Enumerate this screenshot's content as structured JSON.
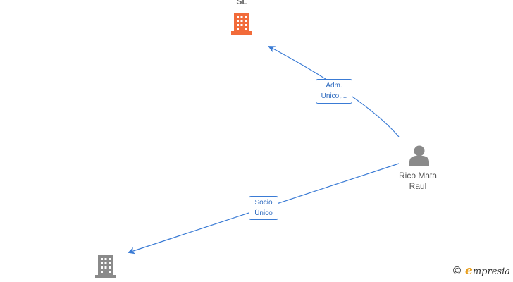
{
  "nodes": {
    "company_top": {
      "label": "SL",
      "color": "#f26b3a",
      "icon": "building-icon"
    },
    "person": {
      "label_line1": "Rico Mata",
      "label_line2": "Raul",
      "color": "#8a8a8a",
      "icon": "person-icon"
    },
    "company_bottom": {
      "label": "",
      "color": "#8a8a8a",
      "icon": "building-icon"
    }
  },
  "edges": {
    "adm": {
      "line1": "Adm.",
      "line2": "Unico,..."
    },
    "socio": {
      "line1": "Socio",
      "line2": "Único"
    }
  },
  "colors": {
    "edge": "#3a7bd5"
  },
  "brand": {
    "copyright": "©",
    "initial": "e",
    "rest": "mpresia"
  }
}
